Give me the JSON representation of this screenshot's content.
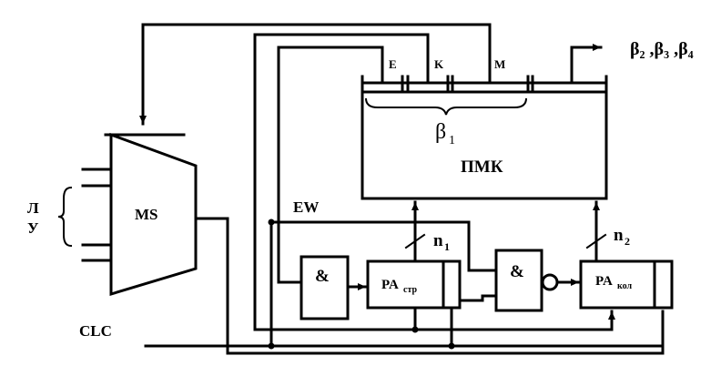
{
  "labels": {
    "beta_outputs": "β₂ ,β₃ ,β₄",
    "field_e": "E",
    "field_k": "K",
    "field_m": "M",
    "beta1": "β",
    "beta1_sub": "1",
    "pmk": "ПМК",
    "ms": "MS",
    "ew": "EW",
    "l": "Л",
    "u": "У",
    "clc": "CLC",
    "and1": "&",
    "and2": "&",
    "pa_str": "PA",
    "pa_str_sub": "стр",
    "pa_kol": "PA",
    "pa_kol_sub": "кол",
    "n1": "n",
    "n1_sub": "1",
    "n2": "n",
    "n2_sub": "2"
  }
}
